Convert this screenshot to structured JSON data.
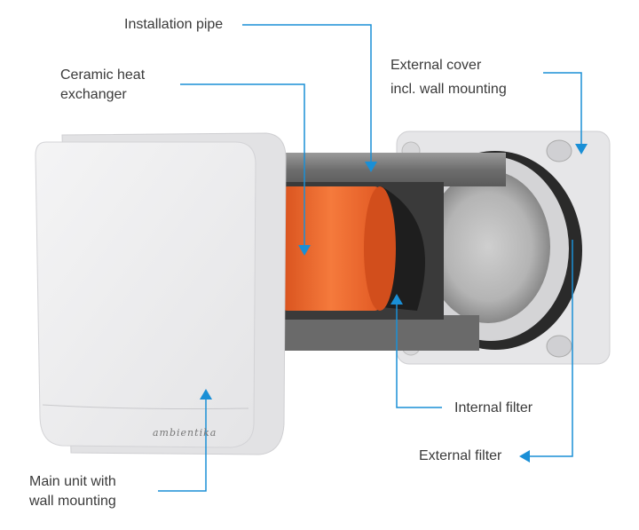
{
  "labels": {
    "installation_pipe": "Installation pipe",
    "ceramic_heat_exchanger": [
      "Ceramic heat",
      "exchanger"
    ],
    "external_cover": [
      "External cover",
      "incl. wall mounting"
    ],
    "internal_filter": "Internal filter",
    "external_filter": "External filter",
    "main_unit": [
      "Main unit with",
      "wall mounting"
    ]
  },
  "brand_logo": "ambientika",
  "colors": {
    "leader_line": "#1a8fd6",
    "heat_exchanger": "#ee6a30",
    "unit_white": "#eeeeef",
    "pipe_gray": "#8a8a8a"
  }
}
